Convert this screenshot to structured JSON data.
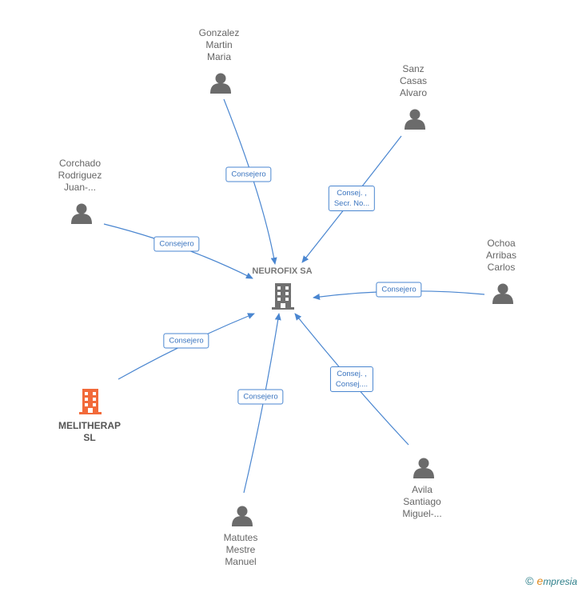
{
  "center": {
    "name": "NEUROFIX SA"
  },
  "people": [
    {
      "id": "gonzalez",
      "lines": [
        "Gonzalez",
        "Martin",
        "Maria"
      ]
    },
    {
      "id": "sanz",
      "lines": [
        "Sanz",
        "Casas",
        "Alvaro"
      ]
    },
    {
      "id": "corchado",
      "lines": [
        "Corchado",
        "Rodriguez",
        "Juan-..."
      ]
    },
    {
      "id": "ochoa",
      "lines": [
        "Ochoa",
        "Arribas",
        "Carlos"
      ]
    },
    {
      "id": "avila",
      "lines": [
        "Avila",
        "Santiago",
        "Miguel-..."
      ]
    },
    {
      "id": "matutes",
      "lines": [
        "Matutes",
        "Mestre",
        "Manuel"
      ]
    }
  ],
  "company": {
    "lines": [
      "MELITHERAP",
      "SL"
    ]
  },
  "edges": [
    {
      "from": "gonzalez",
      "lines": [
        "Consejero"
      ]
    },
    {
      "from": "sanz",
      "lines": [
        "Consej. ,",
        "Secr. No..."
      ]
    },
    {
      "from": "corchado",
      "lines": [
        "Consejero"
      ]
    },
    {
      "from": "ochoa",
      "lines": [
        "Consejero"
      ]
    },
    {
      "from": "melitherap",
      "lines": [
        "Consejero"
      ]
    },
    {
      "from": "matutes",
      "lines": [
        "Consejero"
      ]
    },
    {
      "from": "avila",
      "lines": [
        "Consej. ,",
        "Consej...."
      ]
    }
  ],
  "colors": {
    "edge": "#4a86d0",
    "person": "#6b6b6b",
    "center_building": "#707070",
    "company_building": "#f26a3a"
  },
  "footer": {
    "copyright": "©",
    "brand_initial": "e",
    "brand_rest": "mpresia"
  }
}
